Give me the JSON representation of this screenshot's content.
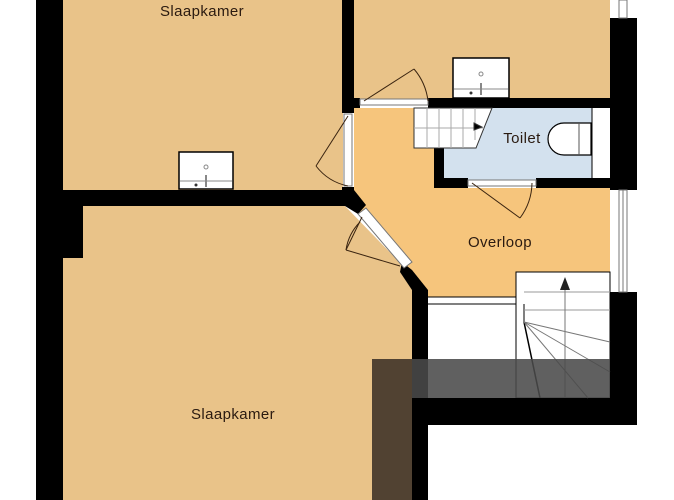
{
  "floorplan": {
    "rooms": [
      {
        "id": "bedroom-top",
        "label": "Slaapkamer",
        "fill": "#e9c389"
      },
      {
        "id": "room-top-right",
        "label": "",
        "fill": "#e9c389"
      },
      {
        "id": "toilet",
        "label": "Toilet",
        "fill": "#d3e1ee"
      },
      {
        "id": "landing",
        "label": "Overloop",
        "fill": "#f6c57c"
      },
      {
        "id": "bedroom-bottom",
        "label": "Slaapkamer",
        "fill": "#e9c389"
      }
    ],
    "colors": {
      "wall": "#000000",
      "stairs": "#ffffff",
      "overlay": "#4a4a4a",
      "overlay_strip": "#514232"
    },
    "fixtures": [
      {
        "type": "sink",
        "room": "bedroom-top"
      },
      {
        "type": "sink",
        "room": "room-top-right"
      },
      {
        "type": "toilet-bowl",
        "room": "toilet"
      },
      {
        "type": "stairs",
        "room": "toilet",
        "direction": "right"
      },
      {
        "type": "stairs",
        "room": "landing",
        "direction": "up"
      }
    ]
  }
}
